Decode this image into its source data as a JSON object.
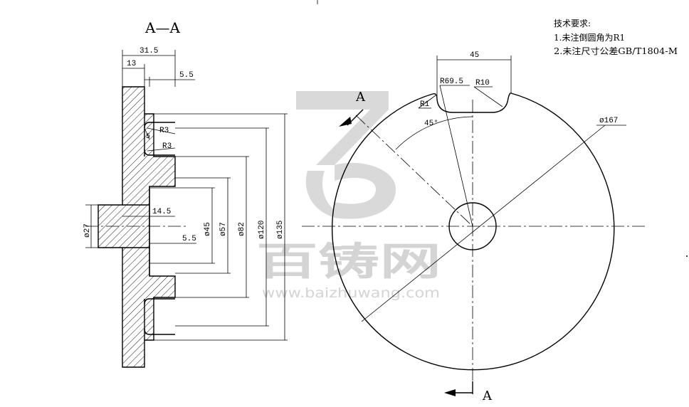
{
  "section": {
    "title": "A—A",
    "dims": {
      "width_total": "31.5",
      "width_13": "13",
      "depth_5_5_top": "5.5",
      "small_5": "5",
      "r3_a": "R3",
      "r3_b": "R3",
      "depth_14_5": "14.5",
      "depth_5_5_mid": "5.5",
      "dia_27": "ø27",
      "dia_45": "ø45",
      "dia_57": "ø57",
      "dia_82": "ø82",
      "dia_120": "ø120",
      "dia_135": "ø135"
    }
  },
  "plan": {
    "dims": {
      "slot_width": "45",
      "r69_5": "R69.5",
      "r10": "R10",
      "r1": "R1",
      "angle": "45°",
      "dia_167": "ø167"
    },
    "section_mark_top": "A",
    "section_mark_bottom": "A"
  },
  "notes": {
    "heading": "技术要求:",
    "items": [
      "1.未注倒圆角为R1",
      "2.未注尺寸公差GB/T1804-M"
    ]
  },
  "watermark": {
    "brand": "百铸网",
    "url": "www.baizhuwang.com"
  },
  "colors": {
    "line": "#000000",
    "watermark": "#d6d6d6"
  }
}
